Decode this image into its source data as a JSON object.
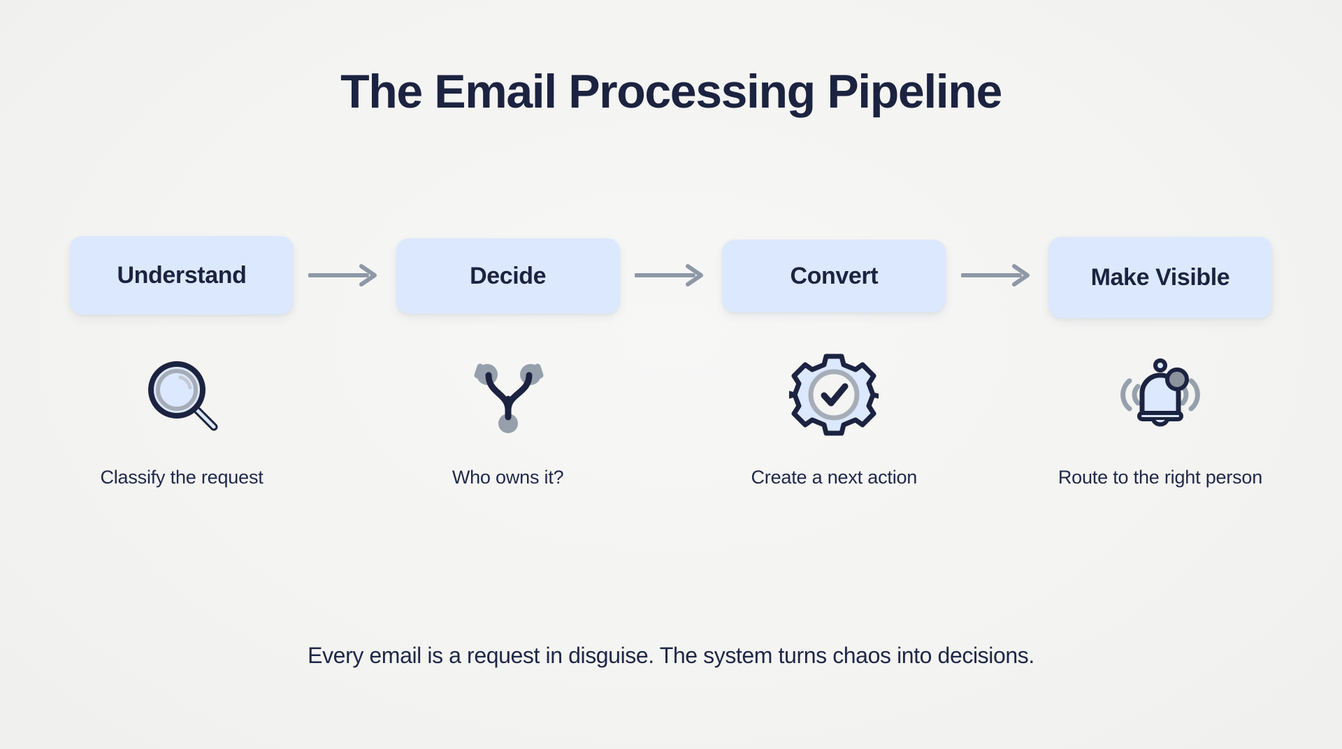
{
  "page": {
    "title": "The Email Processing Pipeline",
    "footer": "Every email is a request in disguise. The system turns chaos into decisions.",
    "background_color": "#f4f4f2",
    "accent_box_color": "#dce8fe",
    "text_color": "#1c2340",
    "arrow_color": "#8e98a6",
    "icon_outline_color": "#1c2340",
    "icon_fill_color": "#dce8fe",
    "icon_accent_color": "#96a0ac"
  },
  "stages": [
    {
      "label": "Understand",
      "caption": "Classify the request",
      "icon": "magnifier-icon"
    },
    {
      "label": "Decide",
      "caption": "Who owns it?",
      "icon": "branch-fork-icon"
    },
    {
      "label": "Convert",
      "caption": "Create a next action",
      "icon": "gear-check-icon"
    },
    {
      "label": "Make Visible",
      "caption": "Route to the right person",
      "icon": "bell-ringing-icon"
    }
  ],
  "connectors": [
    {
      "name": "arrow-right-icon"
    },
    {
      "name": "arrow-right-icon"
    },
    {
      "name": "arrow-right-icon"
    }
  ]
}
